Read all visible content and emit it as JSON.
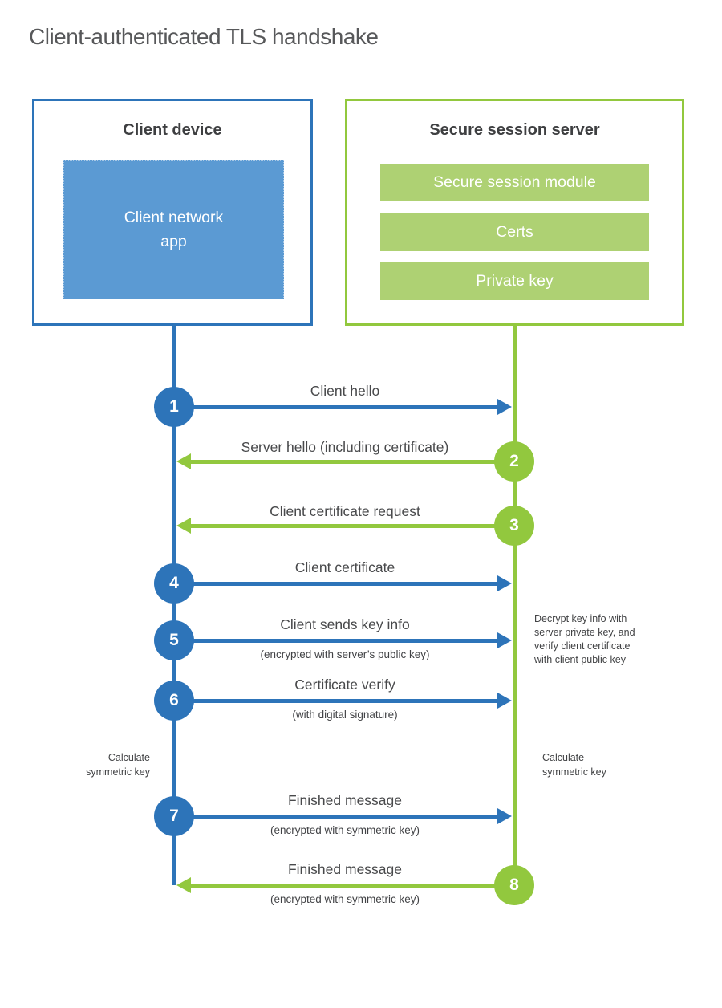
{
  "title": "Client-authenticated TLS handshake",
  "colors": {
    "blue": "#2d74b9",
    "blue_fill": "#5b9ad3",
    "green": "#92c83e",
    "green_fill": "#aed173",
    "heading_text": "#3e3f41",
    "label_text": "#48494b",
    "background": "#ffffff"
  },
  "client": {
    "heading": "Client device",
    "app_label": "Client network\napp"
  },
  "server": {
    "heading": "Secure session server",
    "modules": [
      "Secure session module",
      "Certs",
      "Private key"
    ]
  },
  "messages": [
    {
      "num": "1",
      "label": "Client hello",
      "sublabel": "",
      "direction": "right",
      "color": "blue"
    },
    {
      "num": "2",
      "label": "Server hello (including certificate)",
      "sublabel": "",
      "direction": "left",
      "color": "green"
    },
    {
      "num": "3",
      "label": "Client certificate request",
      "sublabel": "",
      "direction": "left",
      "color": "green"
    },
    {
      "num": "4",
      "label": "Client certificate",
      "sublabel": "",
      "direction": "right",
      "color": "blue"
    },
    {
      "num": "5",
      "label": "Client sends key info",
      "sublabel": "(encrypted with server’s public key)",
      "direction": "right",
      "color": "blue"
    },
    {
      "num": "6",
      "label": "Certificate verify",
      "sublabel": "(with digital signature)",
      "direction": "right",
      "color": "blue"
    },
    {
      "num": "7",
      "label": "Finished message",
      "sublabel": "(encrypted with symmetric key)",
      "direction": "right",
      "color": "blue"
    },
    {
      "num": "8",
      "label": "Finished message",
      "sublabel": "(encrypted with symmetric key)",
      "direction": "left",
      "color": "green"
    }
  ],
  "notes": {
    "decrypt": "Decrypt key info with\nserver private key, and\nverify client certificate\nwith client public key",
    "calc_left": "Calculate\nsymmetric key",
    "calc_right": "Calculate\nsymmetric key"
  }
}
